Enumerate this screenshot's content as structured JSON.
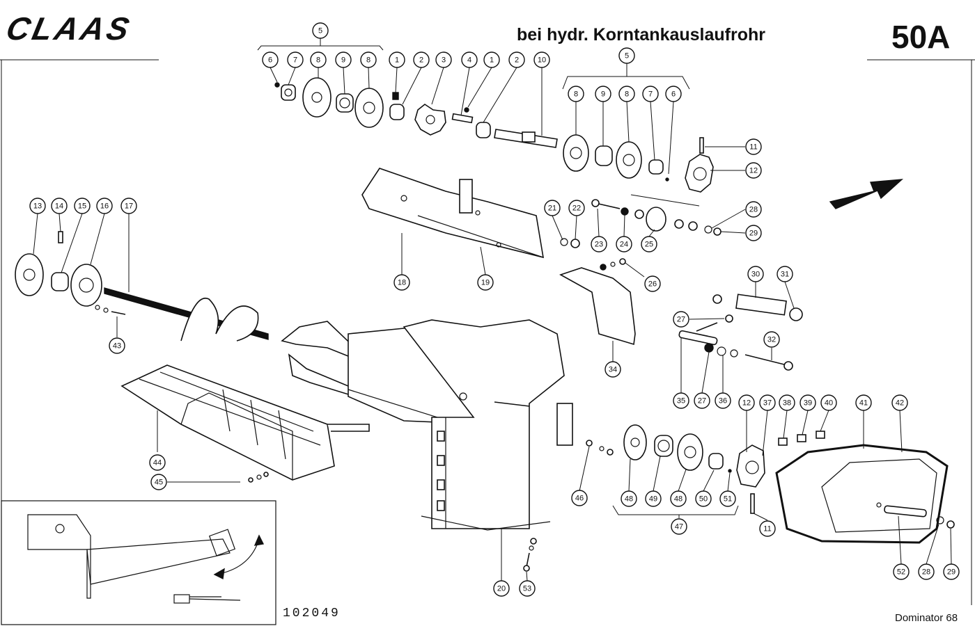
{
  "header": {
    "brand": "CLAAS",
    "title": "bei hydr. Korntankauslaufrohr",
    "page_code": "50A"
  },
  "footer": {
    "drawing_number": "102049",
    "model": "Dominator 68"
  },
  "callouts": [
    {
      "id": "c5a",
      "label": "5"
    },
    {
      "id": "c6a",
      "label": "6"
    },
    {
      "id": "c7a",
      "label": "7"
    },
    {
      "id": "c8a",
      "label": "8"
    },
    {
      "id": "c9a",
      "label": "9"
    },
    {
      "id": "c8b",
      "label": "8"
    },
    {
      "id": "c1a",
      "label": "1"
    },
    {
      "id": "c2a",
      "label": "2"
    },
    {
      "id": "c3",
      "label": "3"
    },
    {
      "id": "c4",
      "label": "4"
    },
    {
      "id": "c1b",
      "label": "1"
    },
    {
      "id": "c2b",
      "label": "2"
    },
    {
      "id": "c10",
      "label": "10"
    },
    {
      "id": "c5b",
      "label": "5"
    },
    {
      "id": "c8c",
      "label": "8"
    },
    {
      "id": "c9b",
      "label": "9"
    },
    {
      "id": "c8d",
      "label": "8"
    },
    {
      "id": "c7b",
      "label": "7"
    },
    {
      "id": "c6b",
      "label": "6"
    },
    {
      "id": "c11a",
      "label": "11"
    },
    {
      "id": "c12a",
      "label": "12"
    },
    {
      "id": "c13",
      "label": "13"
    },
    {
      "id": "c14",
      "label": "14"
    },
    {
      "id": "c15",
      "label": "15"
    },
    {
      "id": "c16",
      "label": "16"
    },
    {
      "id": "c17",
      "label": "17"
    },
    {
      "id": "c18",
      "label": "18"
    },
    {
      "id": "c19",
      "label": "19"
    },
    {
      "id": "c21",
      "label": "21"
    },
    {
      "id": "c22",
      "label": "22"
    },
    {
      "id": "c23",
      "label": "23"
    },
    {
      "id": "c24",
      "label": "24"
    },
    {
      "id": "c25",
      "label": "25"
    },
    {
      "id": "c28a",
      "label": "28"
    },
    {
      "id": "c29a",
      "label": "29"
    },
    {
      "id": "c26",
      "label": "26"
    },
    {
      "id": "c30",
      "label": "30"
    },
    {
      "id": "c31",
      "label": "31"
    },
    {
      "id": "c27a",
      "label": "27"
    },
    {
      "id": "c43",
      "label": "43"
    },
    {
      "id": "c34",
      "label": "34"
    },
    {
      "id": "c32",
      "label": "32"
    },
    {
      "id": "c35",
      "label": "35"
    },
    {
      "id": "c27b",
      "label": "27"
    },
    {
      "id": "c36",
      "label": "36"
    },
    {
      "id": "c12b",
      "label": "12"
    },
    {
      "id": "c37",
      "label": "37"
    },
    {
      "id": "c38",
      "label": "38"
    },
    {
      "id": "c39",
      "label": "39"
    },
    {
      "id": "c40",
      "label": "40"
    },
    {
      "id": "c41",
      "label": "41"
    },
    {
      "id": "c42",
      "label": "42"
    },
    {
      "id": "c44",
      "label": "44"
    },
    {
      "id": "c45",
      "label": "45"
    },
    {
      "id": "c46",
      "label": "46"
    },
    {
      "id": "c48a",
      "label": "48"
    },
    {
      "id": "c49",
      "label": "49"
    },
    {
      "id": "c48b",
      "label": "48"
    },
    {
      "id": "c50",
      "label": "50"
    },
    {
      "id": "c51",
      "label": "51"
    },
    {
      "id": "c47",
      "label": "47"
    },
    {
      "id": "c11b",
      "label": "11"
    },
    {
      "id": "c52",
      "label": "52"
    },
    {
      "id": "c28b",
      "label": "28"
    },
    {
      "id": "c29b",
      "label": "29"
    },
    {
      "id": "c20",
      "label": "20"
    },
    {
      "id": "c53",
      "label": "53"
    }
  ]
}
